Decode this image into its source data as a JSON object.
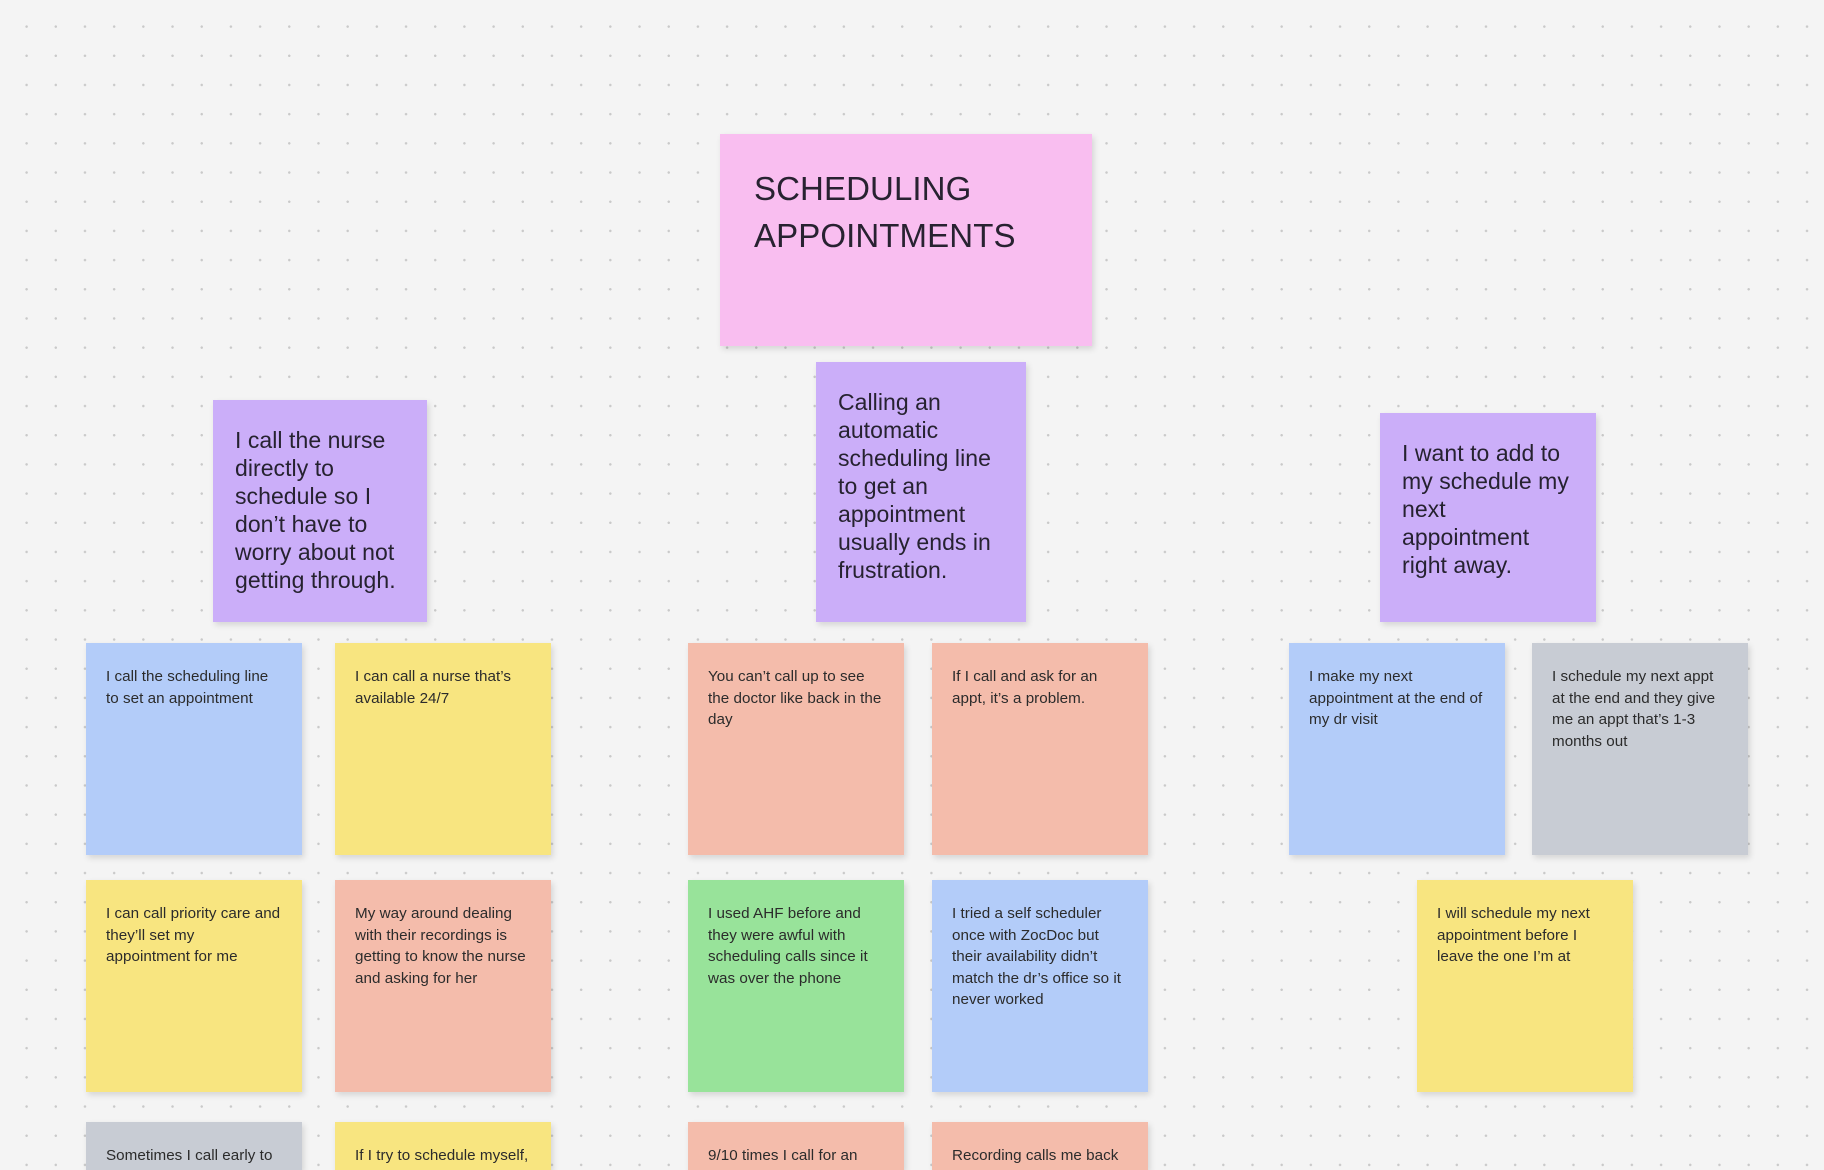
{
  "board": {
    "background_color": "#F4F4F4",
    "dot_color": "#C9C9C9"
  },
  "title_card": {
    "text": "SCHEDULING APPOINTMENTS",
    "color": "#F9BEF0"
  },
  "theme_cards": [
    {
      "text": "I call the nurse directly to schedule so I don’t have to worry about not getting through.",
      "color": "#CBAEF9"
    },
    {
      "text": "Calling an automatic scheduling line to get an appointment usually ends in frustration.",
      "color": "#CBAEF9"
    },
    {
      "text": "I want to add to my schedule my next appointment right away.",
      "color": "#CBAEF9"
    }
  ],
  "notes": {
    "row1": [
      {
        "text": "I call the scheduling line to set an appointment",
        "color": "#B3CCF9"
      },
      {
        "text": "I can call a nurse that’s available 24/7",
        "color": "#F8E580"
      },
      {
        "text": "You can’t call up to see the doctor like back in the day",
        "color": "#F4BCAB"
      },
      {
        "text": "If I call and ask for an appt, it’s a problem.",
        "color": "#F4BCAB"
      },
      {
        "text": "I make my next appointment at the end of my dr visit",
        "color": "#B3CCF9"
      },
      {
        "text": "I schedule my next appt at the end and they give me an appt that’s 1-3 months out",
        "color": "#C8CCD4"
      }
    ],
    "row2": [
      {
        "text": "I can call priority care and they’ll set my appointment for me",
        "color": "#F8E580"
      },
      {
        "text": "My way around dealing with their recordings is getting to know the nurse and asking for her",
        "color": "#F4BCAB"
      },
      {
        "text": "I used AHF before and they were awful with scheduling calls since it was over the phone",
        "color": "#98E39A"
      },
      {
        "text": "I tried a self scheduler once with ZocDoc but their availability didn’t match the dr’s office so it never worked",
        "color": "#B3CCF9"
      },
      {
        "text": "I will schedule my next appointment before I leave the one I’m at",
        "color": "#F8E580"
      }
    ],
    "row3": [
      {
        "text": "Sometimes I call early to",
        "color": "#C8CCD4"
      },
      {
        "text": "If I try to schedule myself, I",
        "color": "#F8E580"
      },
      {
        "text": "9/10 times I call for an",
        "color": "#F4BCAB"
      },
      {
        "text": "Recording calls me back",
        "color": "#F4BCAB"
      }
    ]
  }
}
